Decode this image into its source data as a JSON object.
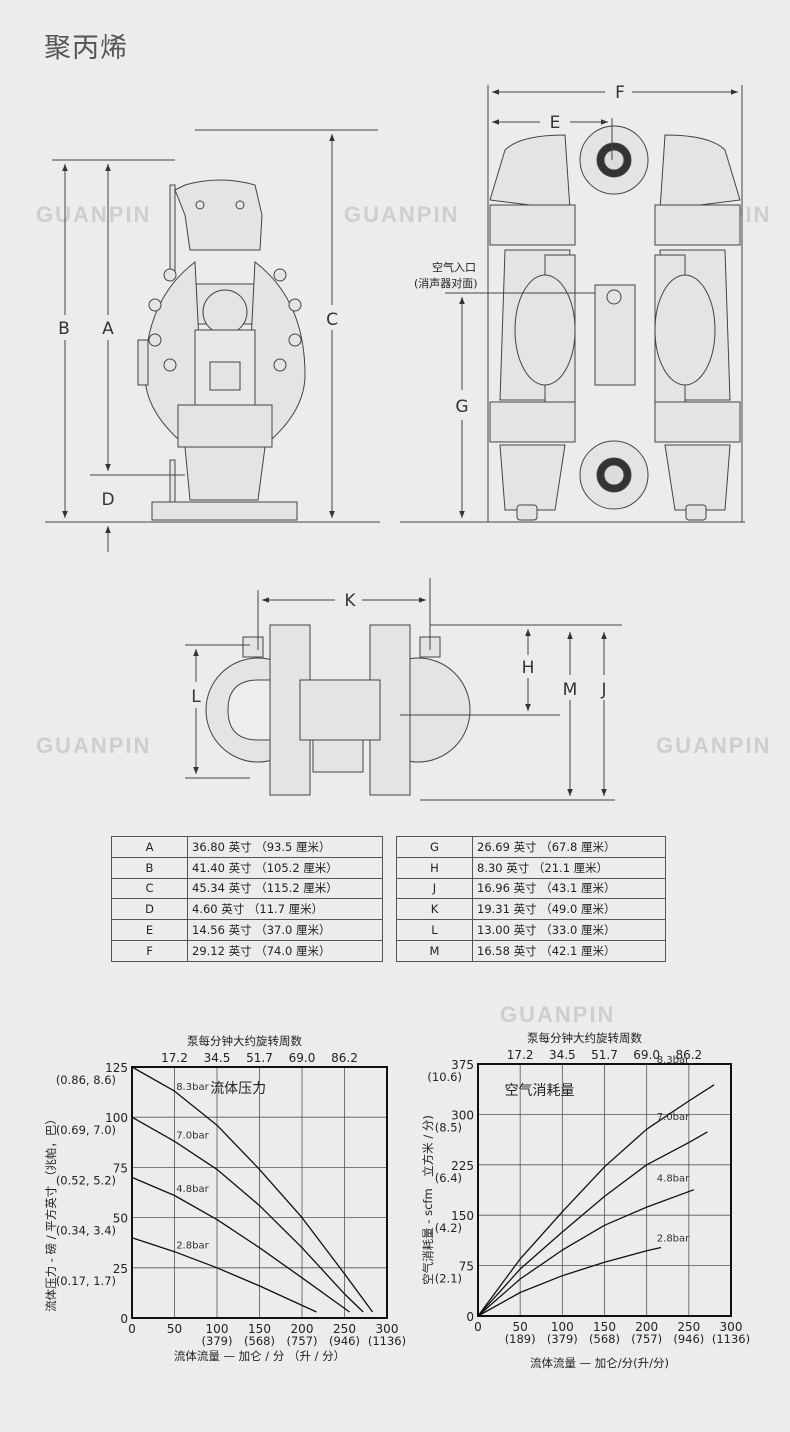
{
  "title": "聚丙烯",
  "watermark": "GUANPIN",
  "drawing_labels": {
    "A": "A",
    "B": "B",
    "C": "C",
    "D": "D",
    "E": "E",
    "F": "F",
    "G": "G",
    "H": "H",
    "J": "J",
    "K": "K",
    "L": "L",
    "M": "M",
    "air_inlet": "空气入口",
    "air_inlet_note": "(消声器对面)"
  },
  "dimensions_left": [
    {
      "key": "A",
      "value": "36.80 英寸 （93.5 厘米）"
    },
    {
      "key": "B",
      "value": "41.40 英寸 （105.2 厘米）"
    },
    {
      "key": "C",
      "value": "45.34 英寸 （115.2 厘米）"
    },
    {
      "key": "D",
      "value": "4.60 英寸 （11.7 厘米）"
    },
    {
      "key": "E",
      "value": "14.56 英寸 （37.0 厘米）"
    },
    {
      "key": "F",
      "value": "29.12 英寸 （74.0 厘米）"
    }
  ],
  "dimensions_right": [
    {
      "key": "G",
      "value": "26.69 英寸 （67.8 厘米）"
    },
    {
      "key": "H",
      "value": "8.30 英寸 （21.1 厘米）"
    },
    {
      "key": "J",
      "value": "16.96 英寸 （43.1 厘米）"
    },
    {
      "key": "K",
      "value": "19.31 英寸 （49.0 厘米）"
    },
    {
      "key": "L",
      "value": "13.00 英寸 （33.0 厘米）"
    },
    {
      "key": "M",
      "value": "16.58 英寸 （42.1 厘米）"
    }
  ],
  "chart_data": [
    {
      "type": "line",
      "title": "流体压力",
      "top_axis_title": "泵每分钟大约旋转周数",
      "top_ticks": [
        "17.2",
        "34.5",
        "51.7",
        "69.0",
        "86.2"
      ],
      "xlabel": "流体流量 — 加仑 / 分 （升 / 分）",
      "ylabel": "流体压力 - 磅 / 平方英寸 （兆帕，巴）",
      "xlim": [
        0,
        300
      ],
      "ylim": [
        0,
        125
      ],
      "x_ticks": [
        0,
        50,
        100,
        150,
        200,
        250,
        300
      ],
      "x_tick_sub": [
        "",
        "",
        "(379)",
        "(568)",
        "(757)",
        "(946)",
        "(1136)"
      ],
      "y_ticks": [
        0,
        25,
        50,
        75,
        100,
        125
      ],
      "y_tick_sub": [
        "",
        "(0.17, 1.7)",
        "(0.34, 3.4)",
        "(0.52, 5.2)",
        "(0.69, 7.0)",
        "(0.86, 8.6)"
      ],
      "grid": true,
      "series": [
        {
          "name": "8.3bar",
          "x": [
            0,
            50,
            100,
            150,
            200,
            250,
            283
          ],
          "y": [
            125,
            113,
            96,
            74,
            50,
            22,
            3
          ]
        },
        {
          "name": "7.0bar",
          "x": [
            0,
            50,
            100,
            150,
            200,
            250,
            272
          ],
          "y": [
            100,
            88,
            74,
            56,
            35,
            12,
            3
          ]
        },
        {
          "name": "4.8bar",
          "x": [
            0,
            50,
            100,
            150,
            200,
            256
          ],
          "y": [
            70,
            61,
            49,
            35,
            20,
            3
          ]
        },
        {
          "name": "2.8bar",
          "x": [
            0,
            50,
            100,
            150,
            217
          ],
          "y": [
            40,
            33,
            25,
            16,
            3
          ]
        }
      ],
      "label_x": 52
    },
    {
      "type": "line",
      "title": "空气消耗量",
      "top_axis_title": "泵每分钟大约旋转周数",
      "top_ticks": [
        "17.2",
        "34.5",
        "51.7",
        "69.0",
        "86.2"
      ],
      "xlabel": "流体流量 — 加仑/分(升/分)",
      "ylabel": "空气消耗量 - scfm　立方米 / 分)",
      "xlim": [
        0,
        300
      ],
      "ylim": [
        0,
        375
      ],
      "x_ticks": [
        0,
        50,
        100,
        150,
        200,
        250,
        300
      ],
      "x_tick_sub": [
        "",
        "(189)",
        "(379)",
        "(568)",
        "(757)",
        "(946)",
        "(1136)"
      ],
      "y_ticks": [
        0,
        75,
        150,
        225,
        300,
        375
      ],
      "y_tick_sub": [
        "",
        "(2.1)",
        "(4.2)",
        "(6.4)",
        "(8.5)",
        "(10.6)"
      ],
      "grid": true,
      "series": [
        {
          "name": "8.3bar",
          "x": [
            0,
            50,
            100,
            150,
            200,
            250,
            280
          ],
          "y": [
            0,
            85,
            155,
            222,
            278,
            320,
            344
          ]
        },
        {
          "name": "7.0bar",
          "x": [
            0,
            50,
            100,
            150,
            200,
            250,
            272
          ],
          "y": [
            0,
            70,
            125,
            178,
            225,
            258,
            274
          ]
        },
        {
          "name": "4.8bar",
          "x": [
            0,
            50,
            100,
            150,
            200,
            256
          ],
          "y": [
            0,
            55,
            98,
            135,
            162,
            188
          ]
        },
        {
          "name": "2.8bar",
          "x": [
            0,
            50,
            100,
            150,
            200,
            217
          ],
          "y": [
            0,
            35,
            60,
            80,
            97,
            102
          ]
        }
      ],
      "label_x": 212
    }
  ]
}
